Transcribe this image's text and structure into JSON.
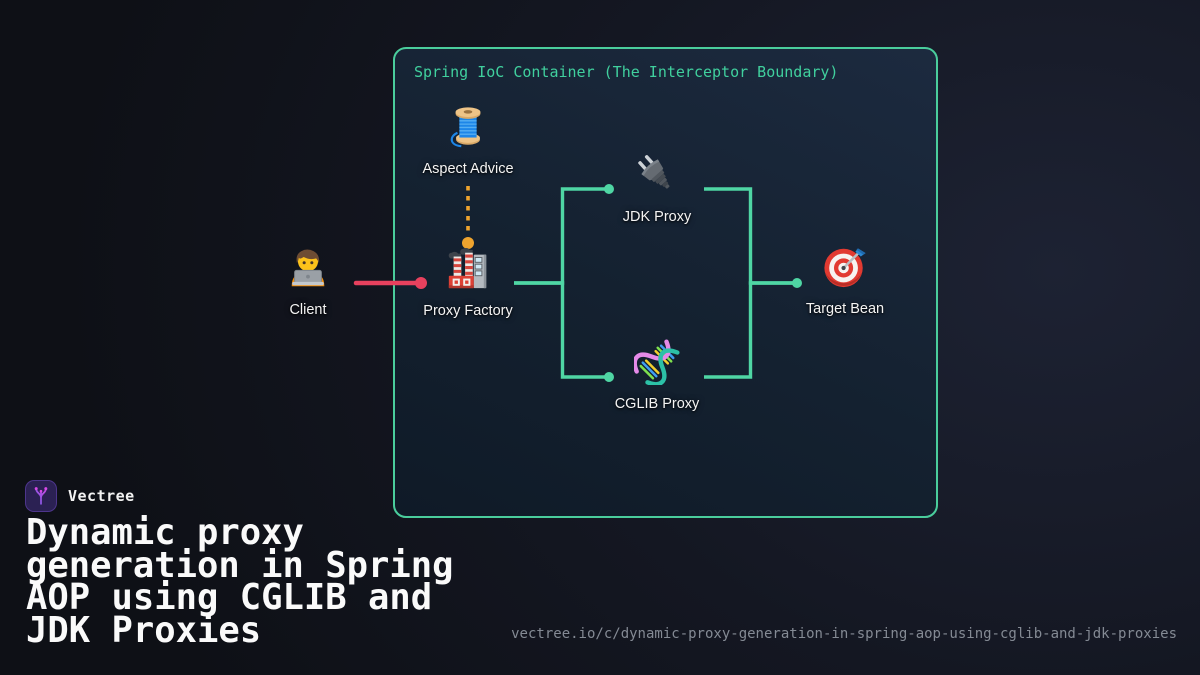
{
  "colors": {
    "edge_green": "#4fd6a4",
    "edge_red": "#e8415e",
    "edge_orange": "#efa42e",
    "container_border": "#4acd9c",
    "container_title": "#40d09e"
  },
  "diagram": {
    "container_title": "Spring IoC Container (The Interceptor Boundary)",
    "nodes": {
      "client": {
        "label": "Client",
        "icon": "technologist-emoji"
      },
      "aspect_advice": {
        "label": "Aspect Advice",
        "icon": "thread-spool-emoji"
      },
      "proxy_factory": {
        "label": "Proxy Factory",
        "icon": "factory-emoji"
      },
      "jdk_proxy": {
        "label": "JDK Proxy",
        "icon": "electric-plug-emoji"
      },
      "cglib_proxy": {
        "label": "CGLIB Proxy",
        "icon": "dna-emoji"
      },
      "target_bean": {
        "label": "Target Bean",
        "icon": "target-emoji"
      }
    }
  },
  "footer": {
    "brand": "Vectree",
    "title_lines": [
      "Dynamic proxy",
      "generation in Spring",
      "AOP using CGLIB and",
      "JDK Proxies"
    ],
    "url": "vectree.io/c/dynamic-proxy-generation-in-spring-aop-using-cglib-and-jdk-proxies"
  }
}
